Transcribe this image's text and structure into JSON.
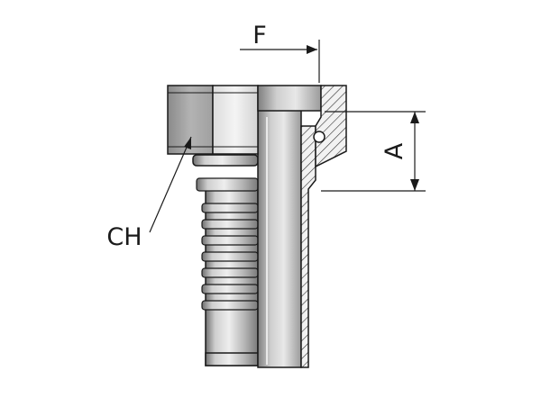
{
  "labels": {
    "f": "F",
    "a": "A",
    "ch": "CH"
  },
  "colors": {
    "background": "#ffffff",
    "outline": "#1a1a1a",
    "metal_dark": "#8e8e8e",
    "metal_mid": "#b9b9b9",
    "metal_light": "#e6e6e6",
    "hatch": "#333333"
  }
}
